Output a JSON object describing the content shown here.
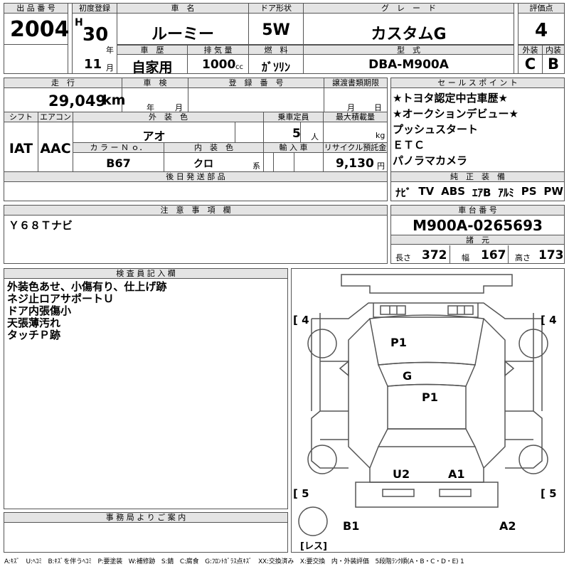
{
  "headers": {
    "lot_no": "出 品 番 号",
    "first_reg": "初度登録",
    "car_name": "車　名",
    "door": "ドア形状",
    "grade": "グ　レ　ー　ド",
    "score": "評価点",
    "history": "車　歴",
    "displacement": "排 気 量",
    "fuel": "燃　料",
    "model_code": "型　式",
    "exterior": "外装",
    "interior": "内装",
    "mileage": "走　行",
    "inspection": "車　検",
    "reg_no": "登　録　番　号",
    "transfer_deadline": "譲渡書類期限",
    "sales_points": "セ ー ル ス ポ イ ン ト",
    "shift": "シフト",
    "aircon": "エアコン",
    "ext_color": "外　装　色",
    "capacity": "乗車定員",
    "max_load": "最大積載量",
    "color_no": "カ ラ ー Ｎ ｏ．",
    "int_color": "内　装　色",
    "import": "輸 入 車",
    "recycle": "リサイクル預託金",
    "later_parts": "後 日 発 送 部 品",
    "genuine_equipment": "純　正　装　備",
    "caution": "注　意　事　項　欄",
    "chassis_no": "車 台 番 号",
    "dimensions": "諸　元",
    "inspector_notes": "検 査 員 記 入 欄",
    "office_notes": "事 務 局 よ り ご 案 内"
  },
  "vehicle": {
    "lot_no": "2004",
    "era": "H",
    "year": "30",
    "year_unit": "年",
    "month": "11",
    "month_unit": "月",
    "car_name": "ルーミー",
    "door": "5W",
    "grade": "カスタムG",
    "score": "4",
    "history": "自家用",
    "displacement": "1000",
    "displacement_unit": "cc",
    "fuel": "ｶﾞｿﾘﾝ",
    "model_code": "DBA-M900A",
    "exterior_score": "C",
    "interior_score": "B",
    "mileage": "29,049",
    "mileage_unit": "km",
    "inspection_year_unit": "年",
    "inspection_month_unit": "月",
    "transfer_month_unit": "月",
    "transfer_day_unit": "日",
    "shift": "IAT",
    "aircon": "AAC",
    "ext_color": "アオ",
    "capacity": "5",
    "capacity_unit": "人",
    "max_load_unit": "kg",
    "color_no": "B67",
    "int_color": "クロ",
    "int_color_suffix": "系",
    "recycle": "9,130",
    "recycle_unit": "円",
    "chassis_no": "M900A-0265693",
    "length_label": "長さ",
    "length": "372",
    "width_label": "幅",
    "width": "167",
    "height_label": "高さ",
    "height": "173"
  },
  "sales_points": [
    "★トヨタ認定中古車歴★",
    "★オークションデビュー★",
    "プッシュスタート",
    "ＥＴＣ",
    "パノラマカメラ"
  ],
  "genuine_equipment": [
    "ﾅﾋﾞ",
    "TV",
    "ABS",
    "ｴｱB",
    "ｱﾙﾐ",
    "PS",
    "PW"
  ],
  "caution_text": "Ｙ６８Ｔナビ",
  "inspector_notes": [
    "外装色あせ、小傷有り、仕上げ跡",
    "ネジ止ロアサポートＵ",
    "ドア内張傷小",
    "天張薄汚れ",
    "タッチＰ跡"
  ],
  "diagram": {
    "tire_fl": "4",
    "tire_fr": "4",
    "tire_rl": "5",
    "tire_rr": "5",
    "marks": {
      "hood": "P1",
      "windshield": "G",
      "roof": "P1",
      "rear_left": "U2",
      "rear_right": "A1",
      "bumper_left": "B1",
      "bumper_right": "A2"
    },
    "spare": "レス"
  },
  "legend": "A:ｷｽﾞ　U:ﾍｺﾐ　B:ｷｽﾞを伴うﾍｺﾐ　P:要塗装　W:補修跡　S:錆　C:腐食　G:ﾌﾛﾝﾄｶﾞﾗｽ点ｷｽﾞ　XX:交換済み　X:要交換　内・外装評価　5段階ﾗﾝｸ順(A・B・C・D・E) 1"
}
